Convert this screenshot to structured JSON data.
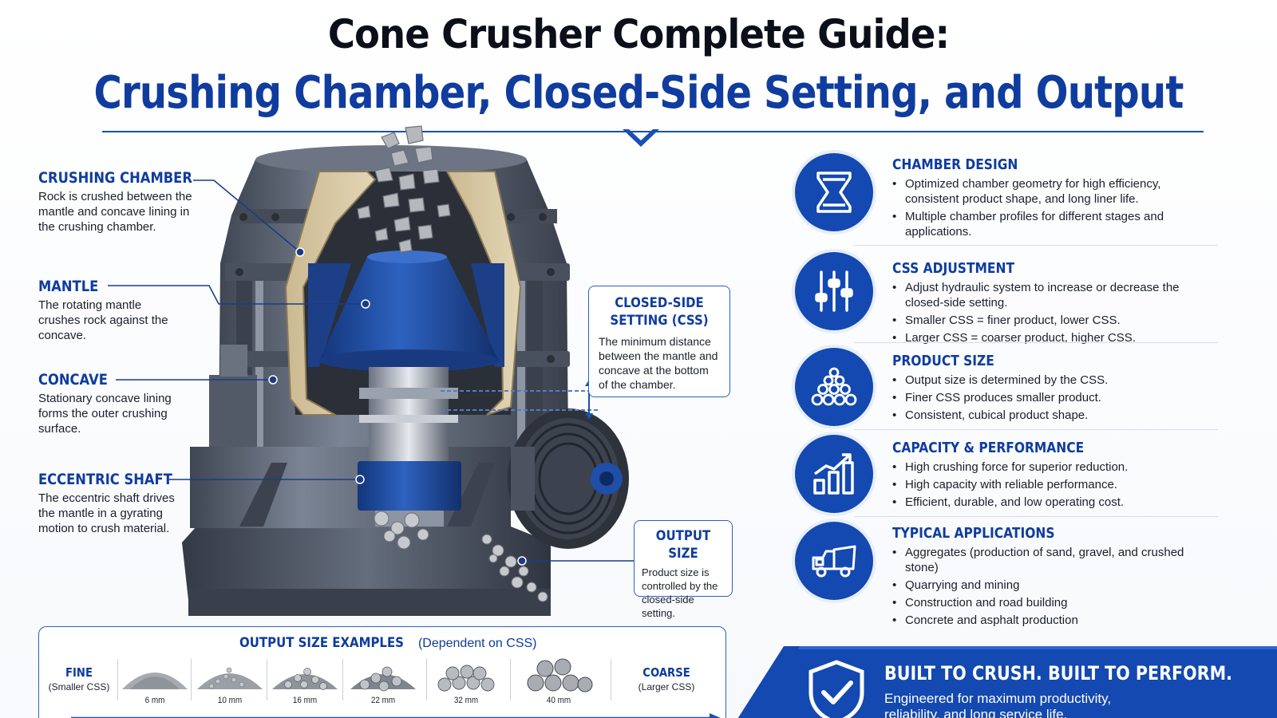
{
  "title": {
    "line1": "Cone Crusher Complete Guide:",
    "line2": "Crushing Chamber, Closed-Side Setting, and Output"
  },
  "labels": {
    "crushing_chamber": {
      "heading": "CRUSHING CHAMBER",
      "text": "Rock is crushed between the mantle and concave lining in the crushing chamber."
    },
    "mantle": {
      "heading": "MANTLE",
      "text": "The rotating mantle crushes rock against the concave."
    },
    "concave": {
      "heading": "CONCAVE",
      "text": "Stationary concave lining forms the outer crushing surface."
    },
    "eccentric_shaft": {
      "heading": "ECCENTRIC SHAFT",
      "text": "The eccentric shaft drives the mantle in a gyrating motion to crush material."
    }
  },
  "callouts": {
    "css": {
      "heading": "CLOSED-SIDE SETTING (CSS)",
      "text": "The minimum distance between the mantle and concave at the bottom of the chamber."
    },
    "output": {
      "heading": "OUTPUT SIZE",
      "text": "Product size is controlled by the closed-side setting."
    }
  },
  "features": [
    {
      "heading": "CHAMBER DESIGN",
      "icon": "hourglass-chamber-icon",
      "bullets": [
        "Optimized chamber geometry for high efficiency, consistent product shape, and long liner life.",
        "Multiple chamber profiles for different stages and applications."
      ]
    },
    {
      "heading": "CSS ADJUSTMENT",
      "icon": "sliders-icon",
      "bullets": [
        "Adjust hydraulic system to increase or decrease the closed-side setting.",
        "Smaller CSS = finer product, lower CSS.",
        "Larger CSS = coarser product, higher CSS."
      ]
    },
    {
      "heading": "PRODUCT SIZE",
      "icon": "stone-pile-icon",
      "bullets": [
        "Output size is determined by the CSS.",
        "Finer CSS produces smaller product.",
        "Consistent, cubical product shape."
      ]
    },
    {
      "heading": "CAPACITY & PERFORMANCE",
      "icon": "bar-chart-growth-icon",
      "bullets": [
        "High crushing force for superior reduction.",
        "High capacity with reliable performance.",
        "Efficient, durable, and low operating cost."
      ]
    },
    {
      "heading": "TYPICAL APPLICATIONS",
      "icon": "dump-truck-icon",
      "bullets": [
        "Aggregates (production of sand, gravel, and crushed stone)",
        "Quarrying and mining",
        "Construction and road building",
        "Concrete and asphalt production"
      ]
    }
  ],
  "examples": {
    "title": "OUTPUT SIZE EXAMPLES",
    "title_suffix": "(Dependent on CSS)",
    "fine_label": "FINE",
    "fine_sub": "(Smaller CSS)",
    "coarse_label": "COARSE",
    "coarse_sub": "(Larger CSS)",
    "sizes": [
      "6 mm",
      "10 mm",
      "16 mm",
      "22 mm",
      "32 mm",
      "40 mm"
    ]
  },
  "banner": {
    "title": "BUILT TO CRUSH. BUILT TO PERFORM.",
    "subtitle": "Engineered for maximum productivity, reliability, and long service life."
  },
  "colors": {
    "brand_blue": "#0f3c9e",
    "icon_blue": "#1349b0",
    "machine_steel": "#5d6675",
    "mantle_blue": "#1f4fa8"
  }
}
